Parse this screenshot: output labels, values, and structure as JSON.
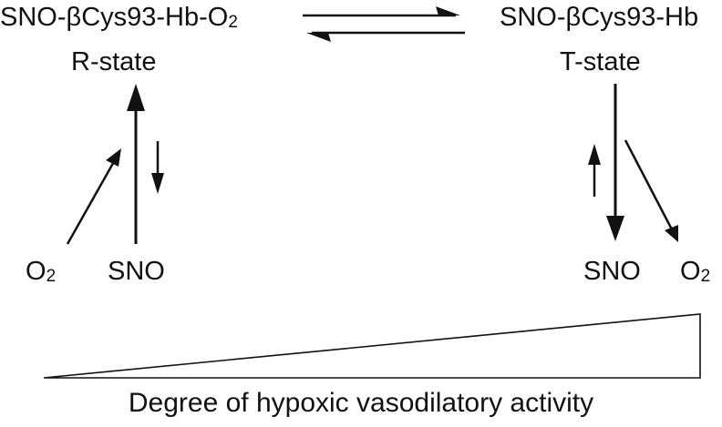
{
  "labels": {
    "left_species_prefix": "SNO-",
    "left_species_beta": "β",
    "left_species_rest": "Cys93-Hb-O",
    "left_species_sub": "2",
    "right_species_prefix": "SNO-",
    "right_species_beta": "β",
    "right_species_rest": "Cys93-Hb",
    "r_state": "R-state",
    "t_state": "T-state",
    "o2_main": "O",
    "o2_sub": "2",
    "sno": "SNO",
    "activity": "Degree of hypoxic vasodilatory activity"
  },
  "colors": {
    "stroke": "#111111",
    "background": "#ffffff"
  }
}
